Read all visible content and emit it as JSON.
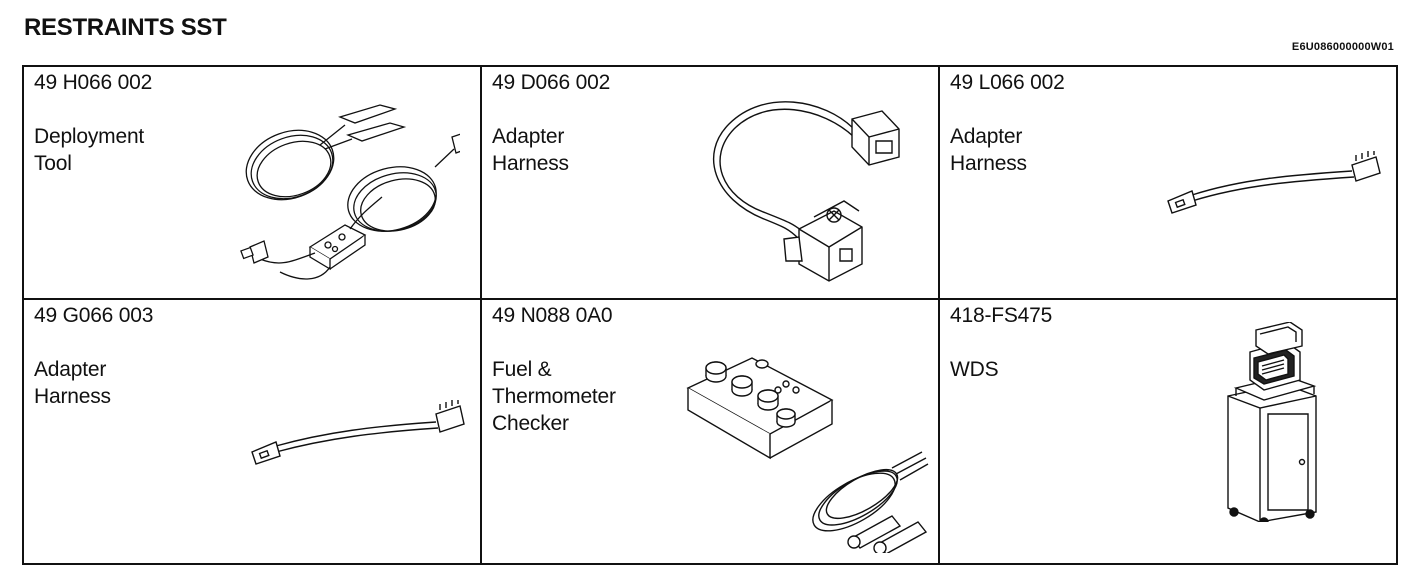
{
  "page": {
    "title": "RESTRAINTS SST",
    "doc_code": "E6U086000000W01"
  },
  "tools": [
    {
      "part_no": "49 H066 002",
      "name": "Deployment\nTool",
      "icon": "deployment-tool-illustration"
    },
    {
      "part_no": "49 D066 002",
      "name": "Adapter\nHarness",
      "icon": "adapter-harness-connector-illustration"
    },
    {
      "part_no": "49 L066 002",
      "name": "Adapter\nHarness",
      "icon": "adapter-harness-cable-illustration"
    },
    {
      "part_no": "49 G066 003",
      "name": "Adapter\nHarness",
      "icon": "adapter-harness-cable-illustration"
    },
    {
      "part_no": "49 N088 0A0",
      "name": "Fuel &\nThermometer\nChecker",
      "icon": "fuel-thermometer-checker-illustration"
    },
    {
      "part_no": "418-FS475",
      "name": "WDS",
      "icon": "wds-cart-illustration"
    }
  ]
}
